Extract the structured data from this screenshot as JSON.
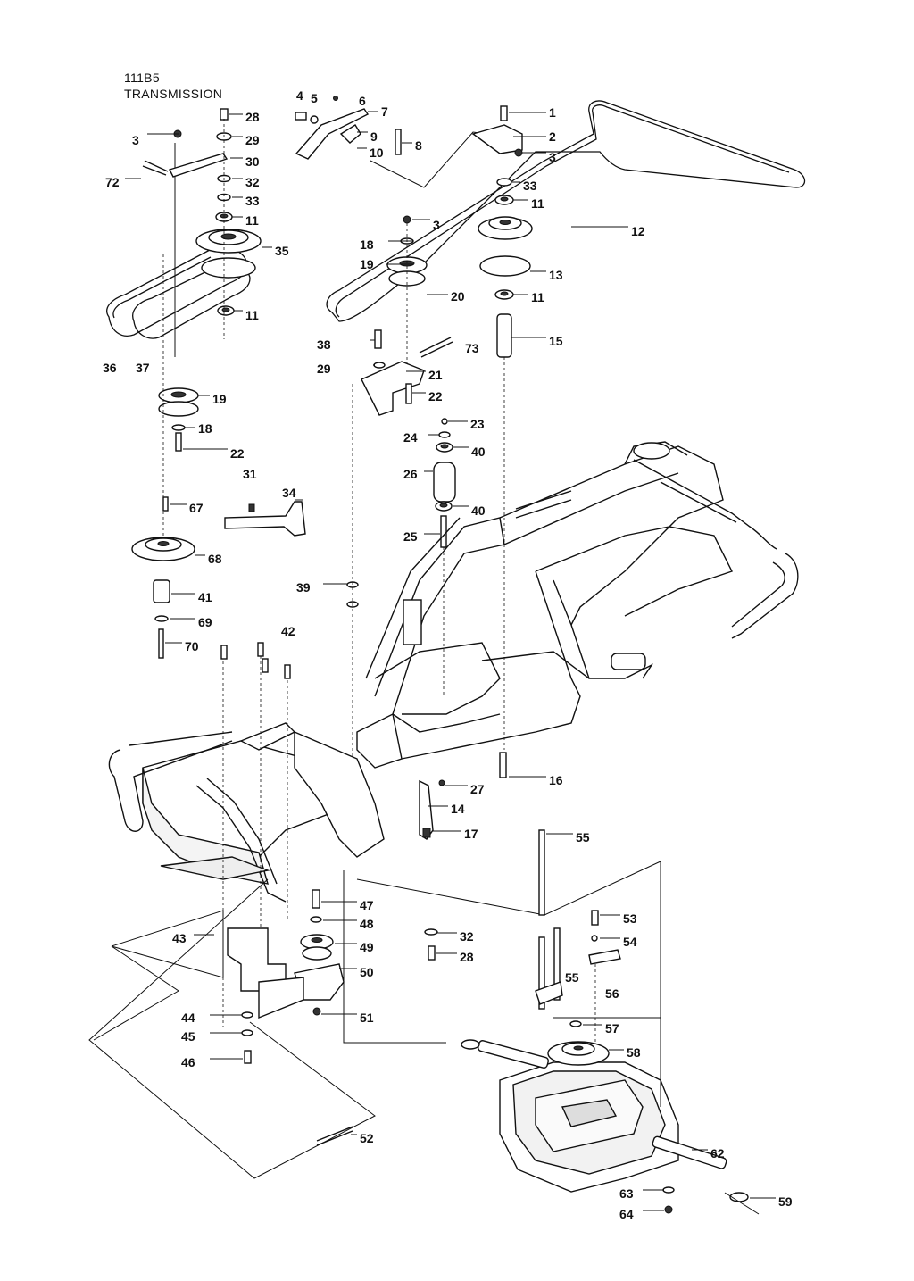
{
  "header": {
    "code": "111B5",
    "title": "TRANSMISSION"
  },
  "callouts": [
    "1",
    "2",
    "3",
    "3",
    "3",
    "3",
    "4",
    "5",
    "6",
    "7",
    "8",
    "9",
    "10",
    "11",
    "11",
    "11",
    "11",
    "12",
    "13",
    "14",
    "15",
    "16",
    "17",
    "18",
    "18",
    "19",
    "19",
    "20",
    "21",
    "22",
    "22",
    "23",
    "24",
    "25",
    "26",
    "27",
    "28",
    "28",
    "29",
    "29",
    "30",
    "31",
    "32",
    "32",
    "33",
    "33",
    "34",
    "35",
    "36",
    "37",
    "38",
    "39",
    "40",
    "40",
    "41",
    "42",
    "43",
    "44",
    "45",
    "46",
    "47",
    "48",
    "49",
    "50",
    "51",
    "52",
    "53",
    "54",
    "55",
    "55",
    "56",
    "57",
    "58",
    "59",
    "62",
    "63",
    "64",
    "67",
    "68",
    "69",
    "70",
    "72",
    "73"
  ]
}
